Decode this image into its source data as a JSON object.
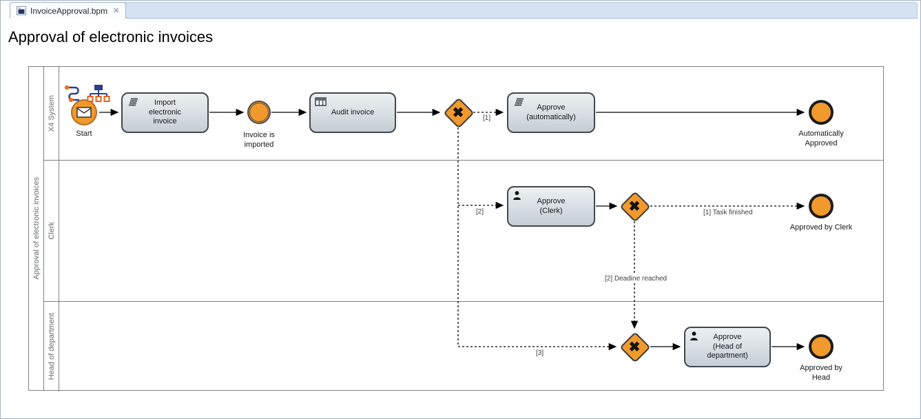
{
  "tab": {
    "title": "InvoiceApproval.bpm"
  },
  "canvas": {
    "title": "Approval of electronic invoices"
  },
  "pool": {
    "label": "Approval of electronic invoices",
    "lanes": [
      {
        "label": "X4 System"
      },
      {
        "label": "Clerk"
      },
      {
        "label": "Head of department"
      }
    ]
  },
  "nodes": {
    "start_event": {
      "label": "Start"
    },
    "import_task": {
      "label": "Import\nelectronic\ninvoice"
    },
    "invoice_imported_event": {
      "label": "Invoice is\nimported"
    },
    "audit_task": {
      "label": "Audit invoice"
    },
    "approve_auto_task": {
      "label": "Approve\n(automatically)"
    },
    "auto_approved_event": {
      "label": "Automatically\nApproved"
    },
    "approve_clerk_task": {
      "label": "Approve\n(Clerk)"
    },
    "approved_clerk_event": {
      "label": "Approved by Clerk"
    },
    "approve_head_task": {
      "label": "Approve\n(Head of\ndepartment)"
    },
    "approved_head_event": {
      "label": "Approved by\nHead"
    }
  },
  "edges": {
    "to_auto": {
      "label": "[1]"
    },
    "to_clerk": {
      "label": "[2]"
    },
    "to_head": {
      "label": "[3]"
    },
    "task_finished": {
      "label": "[1] Task finished"
    },
    "deadline_reached": {
      "label": "[2] Deadine reached"
    }
  },
  "glyphs": {
    "gateway_x": "✖",
    "tab_close": "✕"
  },
  "colors": {
    "accent-orange": "#F0992D",
    "event-border": "#1c1c1c",
    "task-border": "#41474e",
    "flow-black": "#000000",
    "lane-border": "#7f7f7f",
    "label-gray": "#666b78",
    "tab-band": "#d4e2f2"
  }
}
